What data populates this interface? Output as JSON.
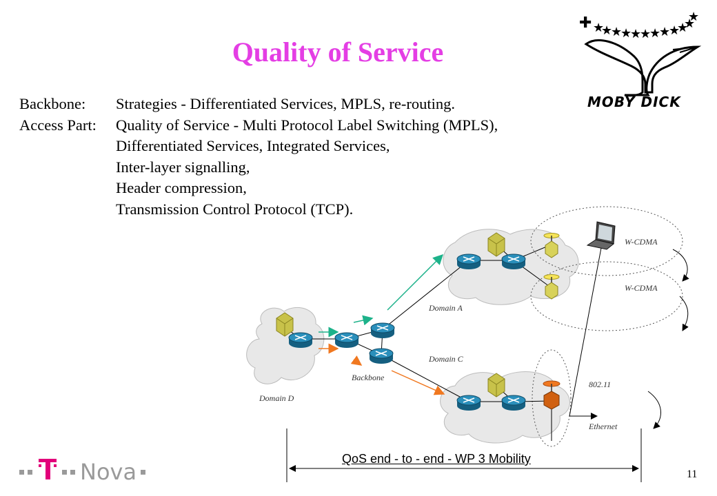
{
  "title": "Quality of Service",
  "bullets": {
    "row1_label": "Backbone:",
    "row1_text": "Strategies - Differentiated Services, MPLS, re-routing.",
    "row2_label": "Access Part:",
    "row2_text": "Quality of Service - Multi Protocol Label Switching (MPLS),",
    "continuation": [
      "Differentiated Services, Integrated Services,",
      "Inter-layer signalling,",
      "Header compression,",
      "Transmission Control Protocol (TCP)."
    ]
  },
  "logo": {
    "text": "MOBY DICK"
  },
  "diagram": {
    "labels": {
      "domain_a": "Domain A",
      "domain_c": "Domain C",
      "domain_d": "Domain D",
      "backbone": "Backbone",
      "wcdma_1": "W-CDMA",
      "wcdma_2": "W-CDMA",
      "wifi": "802.11",
      "ethernet": "Ethernet"
    },
    "qos_caption": "QoS end - to - end - WP 3 Mobility"
  },
  "footer": {
    "brand": "T-Nova",
    "page_number": "11"
  },
  "colors": {
    "title": "#e43ee4",
    "router": "#1f7fa8",
    "server": "#c8c24a",
    "arrow_green": "#1db28a",
    "arrow_orange": "#f07820",
    "brand_magenta": "#e2007a"
  }
}
